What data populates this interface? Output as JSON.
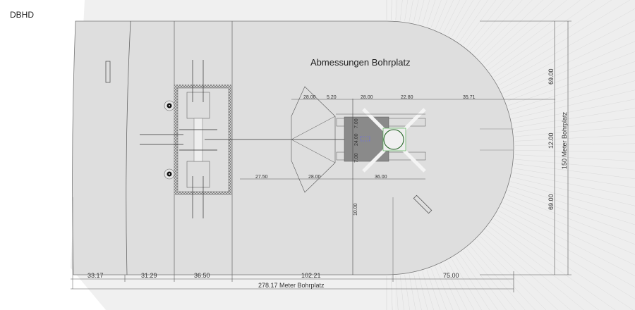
{
  "header": {
    "label": "DBHD"
  },
  "drawing": {
    "title": "Abmessungen Bohrplatz",
    "bottom_dims": [
      "33.17",
      "31.29",
      "36.50",
      "102.21",
      "75.00"
    ],
    "total_length": "278.17 Meter Bohrplatz",
    "right_dims": [
      "69.00",
      "12.00",
      "69.00"
    ],
    "total_width": "150 Meter Bohrplatz",
    "top_dims": [
      "28.00",
      "5.20",
      "28.00",
      "22.80",
      "35.71"
    ],
    "lower_dims": [
      "27.50",
      "28.00",
      "36.00"
    ],
    "rig_dims": [
      "7.00",
      "24.00",
      "7.00"
    ],
    "vertical_dim": "10.00"
  }
}
